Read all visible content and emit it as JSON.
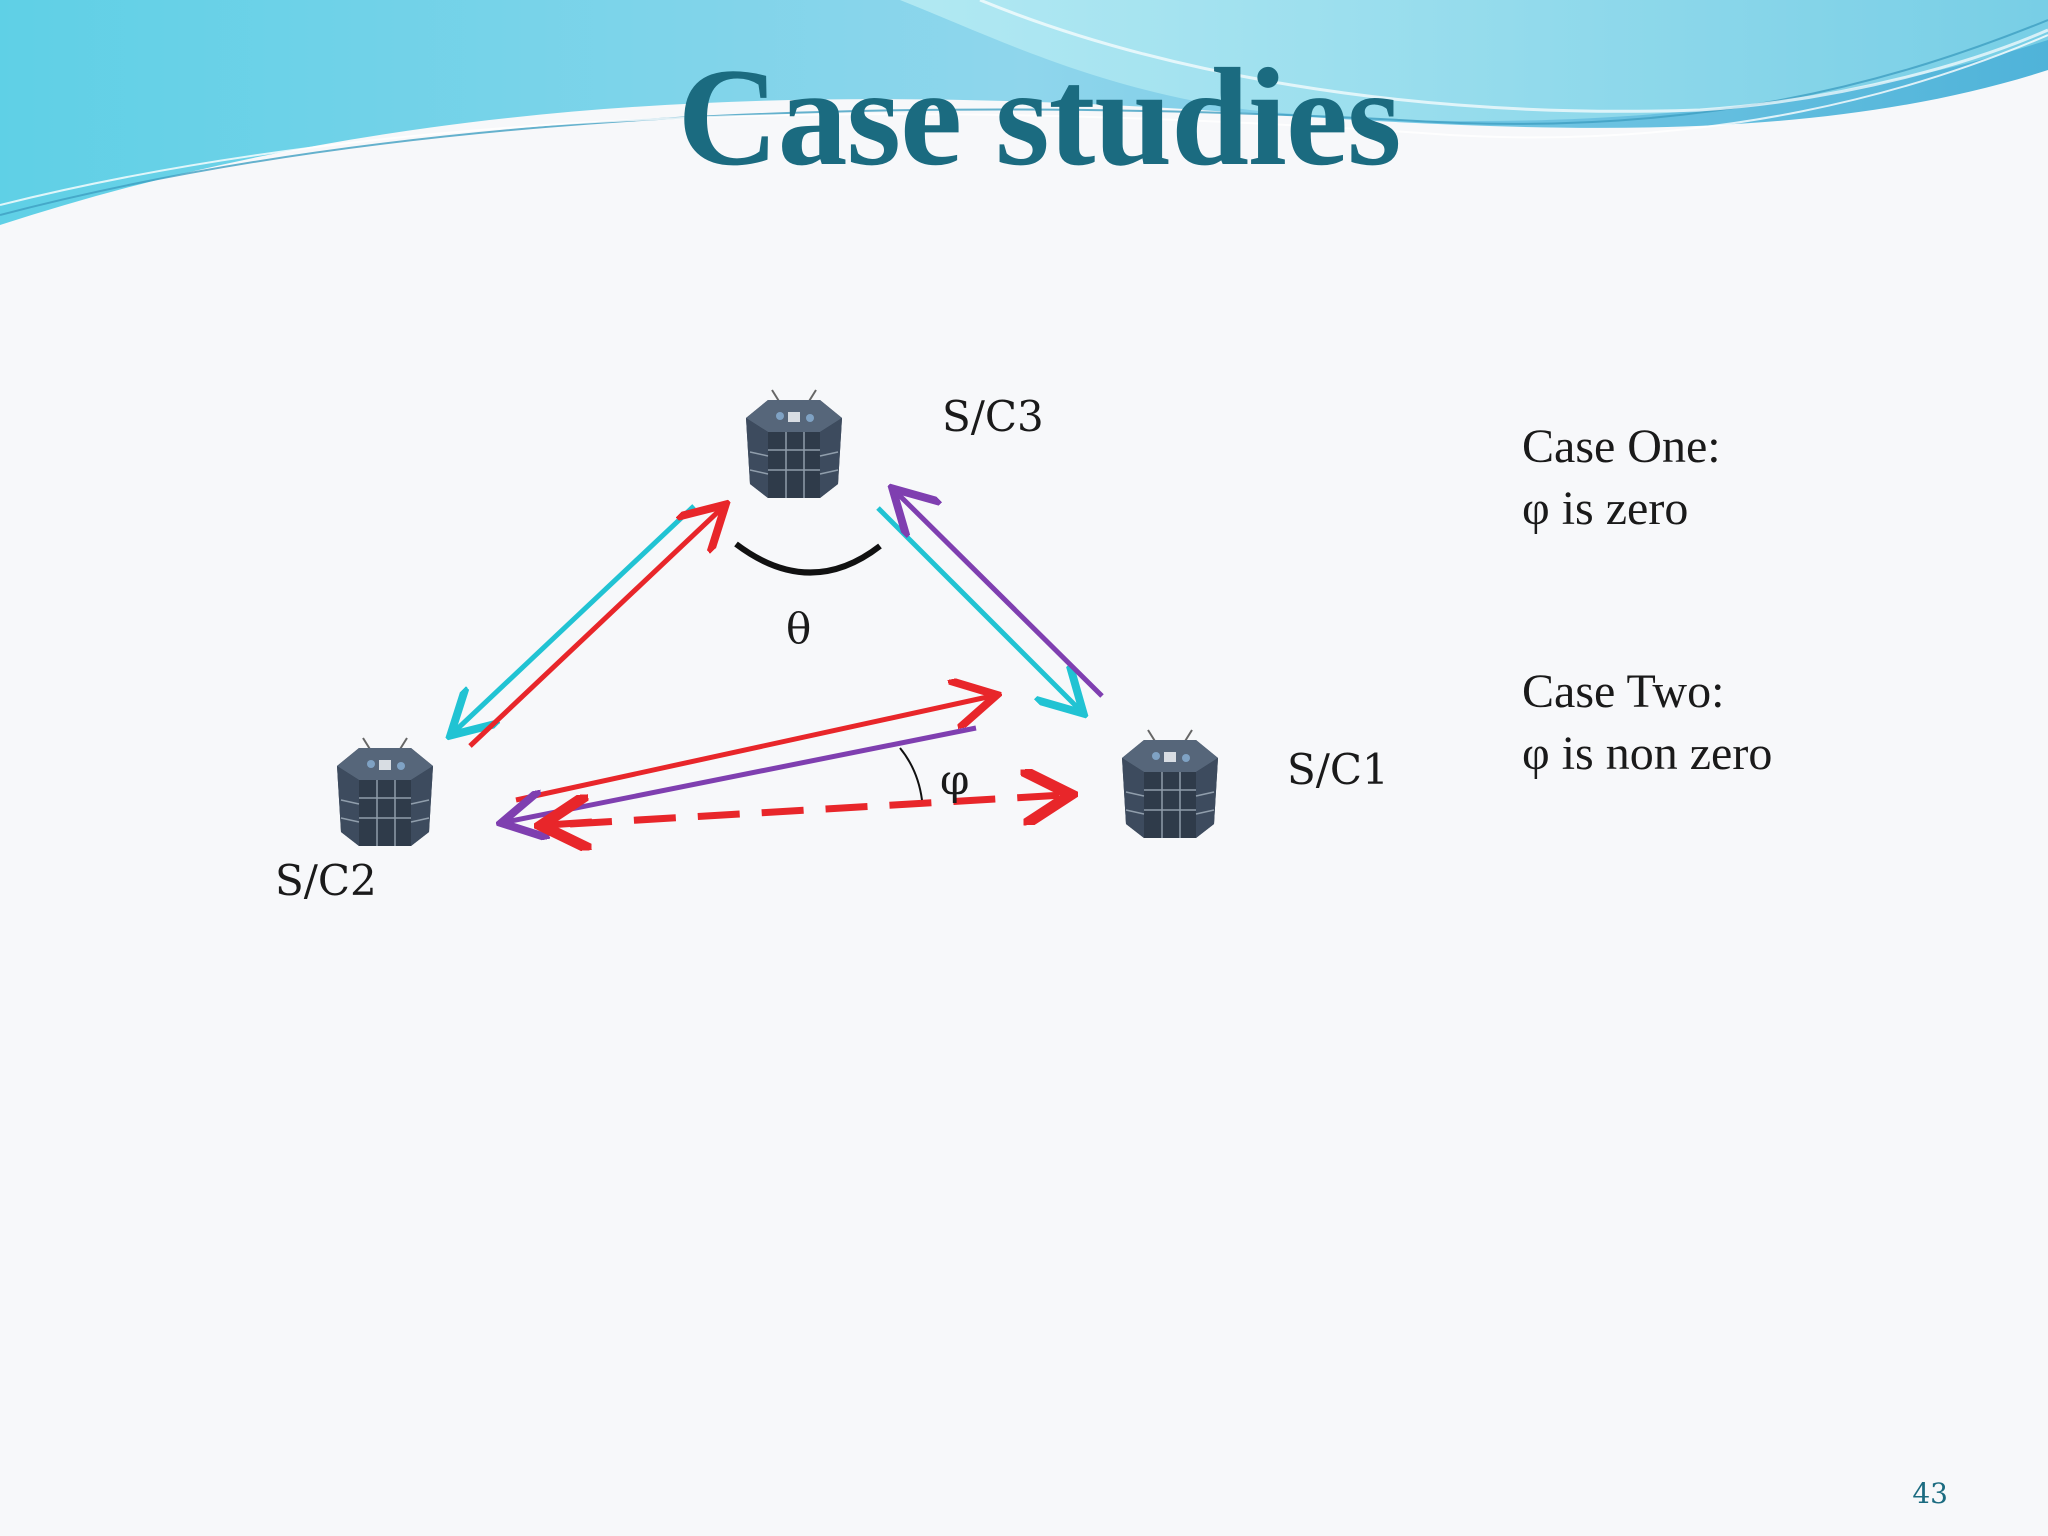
{
  "slide": {
    "title": "Case studies",
    "page_number": "43",
    "colors": {
      "title": "#1b6b80",
      "red_arrow": "#e8262a",
      "cyan_arrow": "#21c3d3",
      "purple_arrow": "#7f3fb0",
      "page_number": "#1b6b80"
    }
  },
  "diagram": {
    "spacecraft": [
      {
        "label": "S/C3"
      },
      {
        "label": "S/C2"
      },
      {
        "label": "S/C1"
      }
    ],
    "angles": {
      "theta": "θ",
      "phi": "φ"
    }
  },
  "cases": {
    "case_one": {
      "heading": "Case One:",
      "detail": "φ is zero"
    },
    "case_two": {
      "heading": "Case Two:",
      "detail": "φ is non zero"
    }
  }
}
